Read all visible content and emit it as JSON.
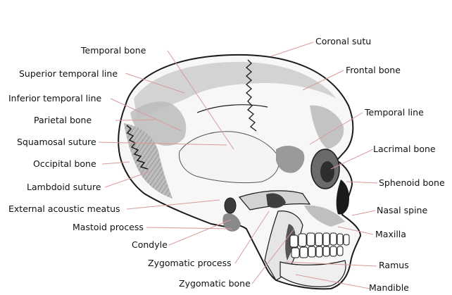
{
  "colors": {
    "leader_line": "#d99a9a",
    "outline": "#1a1a1a",
    "shading": "#9a9a9a",
    "dark_shading": "#4a4a4a",
    "background": "#ffffff"
  },
  "labels": {
    "temporal_bone": "Temporal bone",
    "superior_temporal_line": "Superior temporal line",
    "inferior_temporal_line": "Inferior temporal line",
    "parietal_bone": "Parietal bone",
    "squamosal_suture": "Squamosal suture",
    "occipital_bone": "Occipital bone",
    "lambdoid_suture": "Lambdoid suture",
    "external_acoustic_meatus": "External acoustic meatus",
    "mastoid_process": "Mastoid process",
    "condyle": "Condyle",
    "zygomatic_process": "Zygomatic process",
    "zygomatic_bone": "Zygomatic bone",
    "coronal_suture": "Coronal sutu",
    "frontal_bone": "Frontal bone",
    "temporal_line": "Temporal line",
    "lacrimal_bone": "Lacrimal bone",
    "sphenoid_bone": "Sphenoid bone",
    "nasal_spine": "Nasal spine",
    "maxilla": "Maxilla",
    "ramus": "Ramus",
    "mandible": "Mandible"
  }
}
